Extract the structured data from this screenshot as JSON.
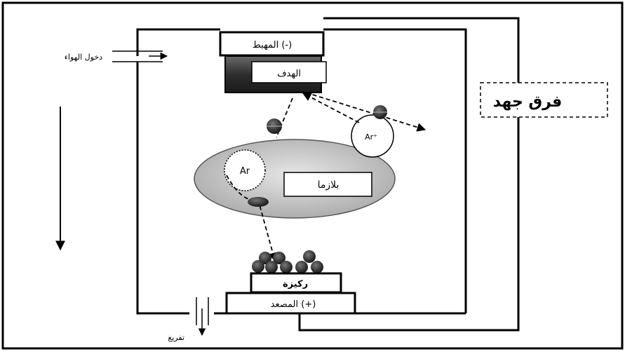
{
  "labels": {
    "cathode": "المهبط (-)",
    "target": "الهدف",
    "voltage": "فرق جهد",
    "air_inlet": "دخول الهواء",
    "plasma": "بلازما",
    "ar_ion": "Ar⁺",
    "ar_atom": "Ar",
    "substrate": "ركيزة",
    "anode": "المصعد (+)",
    "exhaust": "تفريغ"
  },
  "colors": {
    "frame": "#000000",
    "target_block": "#3a3a3a",
    "plasma_fill": "#c8c8c8",
    "particle": "#2a2a2a",
    "background": "#ffffff"
  }
}
